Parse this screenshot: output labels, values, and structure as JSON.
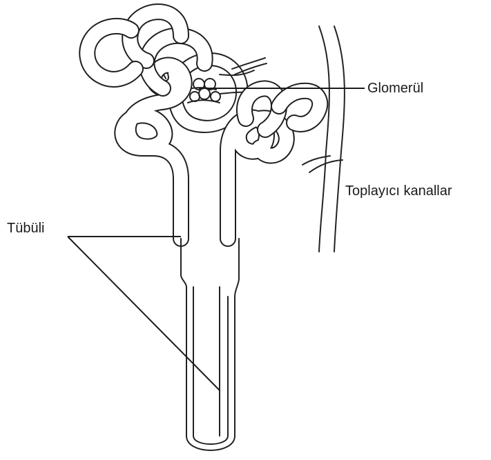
{
  "labels": {
    "glomerul": "Glomerül",
    "collecting_ducts": "Toplayıcı kanallar",
    "tubules": "Tübüli"
  }
}
